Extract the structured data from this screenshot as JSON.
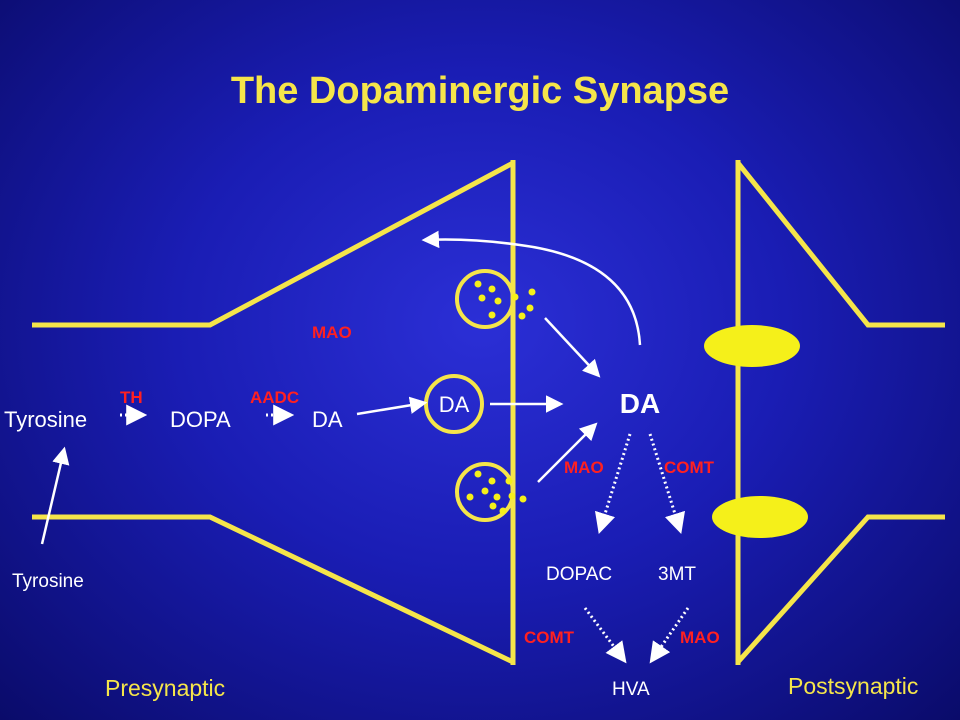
{
  "title": "The Dopaminergic Synapse",
  "presynaptic_label": "Presynaptic",
  "postsynaptic_label": "Postsynaptic",
  "synthesis": {
    "tyrosine": "Tyrosine",
    "dopa": "DOPA",
    "da": "DA",
    "th": "TH",
    "aadc": "AADC",
    "tyrosine_uptake": "Tyrosine"
  },
  "presynaptic_mao": "MAO",
  "vesicle_da": "DA",
  "cleft_da": "DA",
  "metabolism": {
    "mao_top": "MAO",
    "comt_top": "COMT",
    "dopac": "DOPAC",
    "three_mt": "3MT",
    "comt_bottom": "COMT",
    "mao_bottom": "MAO",
    "hva": "HVA"
  },
  "colors": {
    "background": "#1a1db4",
    "membrane": "#f5e54a",
    "enzyme": "#ff2020",
    "text": "#ffffff"
  }
}
